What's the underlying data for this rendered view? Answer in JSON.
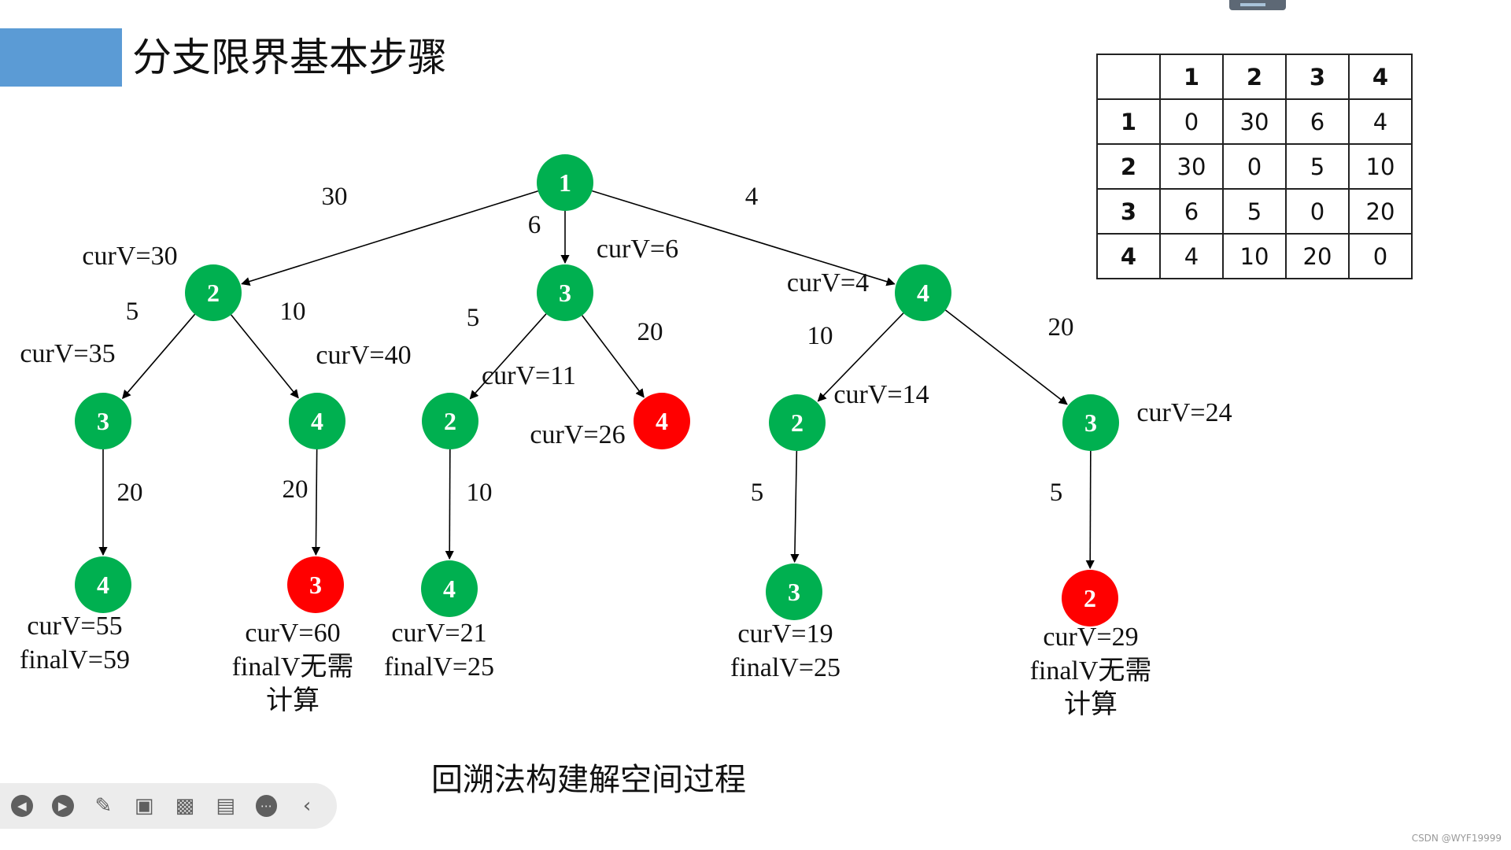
{
  "slide": {
    "title": "分支限界基本步骤",
    "caption": "回溯法构建解空间过程",
    "credit": "CSDN @WYF19999"
  },
  "colors": {
    "accent": "#5b9bd5",
    "node_active": "#00b050",
    "node_pruned": "#ff0000"
  },
  "toolbar": {
    "icons": [
      "prev-icon",
      "play-icon",
      "pen-icon",
      "screenshot-icon",
      "video-icon",
      "comment-icon",
      "more-icon",
      "collapse-icon"
    ]
  },
  "table": {
    "headers": [
      "",
      "1",
      "2",
      "3",
      "4"
    ],
    "rows": [
      [
        "1",
        "0",
        "30",
        "6",
        "4"
      ],
      [
        "2",
        "30",
        "0",
        "5",
        "10"
      ],
      [
        "3",
        "6",
        "5",
        "0",
        "20"
      ],
      [
        "4",
        "4",
        "10",
        "20",
        "0"
      ]
    ]
  },
  "tree": {
    "nodes": [
      {
        "label": "1",
        "status": "active"
      },
      {
        "label": "2",
        "status": "active"
      },
      {
        "label": "3",
        "status": "active"
      },
      {
        "label": "4",
        "status": "active"
      },
      {
        "label": "3",
        "status": "active"
      },
      {
        "label": "4",
        "status": "active"
      },
      {
        "label": "2",
        "status": "active"
      },
      {
        "label": "4",
        "status": "pruned"
      },
      {
        "label": "2",
        "status": "active"
      },
      {
        "label": "3",
        "status": "active"
      },
      {
        "label": "4",
        "status": "active"
      },
      {
        "label": "3",
        "status": "pruned"
      },
      {
        "label": "4",
        "status": "active"
      },
      {
        "label": "3",
        "status": "active"
      },
      {
        "label": "2",
        "status": "pruned"
      }
    ],
    "edges": [
      {
        "from": 0,
        "to": 1,
        "weight": "30"
      },
      {
        "from": 0,
        "to": 2,
        "weight": "6"
      },
      {
        "from": 0,
        "to": 3,
        "weight": "4"
      },
      {
        "from": 1,
        "to": 4,
        "weight": "5"
      },
      {
        "from": 1,
        "to": 5,
        "weight": "10"
      },
      {
        "from": 2,
        "to": 6,
        "weight": "5"
      },
      {
        "from": 2,
        "to": 7,
        "weight": "20"
      },
      {
        "from": 3,
        "to": 8,
        "weight": "10"
      },
      {
        "from": 3,
        "to": 9,
        "weight": "20"
      },
      {
        "from": 4,
        "to": 10,
        "weight": "20"
      },
      {
        "from": 5,
        "to": 11,
        "weight": "20"
      },
      {
        "from": 6,
        "to": 12,
        "weight": "10"
      },
      {
        "from": 8,
        "to": 13,
        "weight": "5"
      },
      {
        "from": 9,
        "to": 14,
        "weight": "5"
      }
    ],
    "annotations": [
      {
        "node": 1,
        "lines": [
          "curV=30"
        ]
      },
      {
        "node": 2,
        "lines": [
          "curV=6"
        ]
      },
      {
        "node": 3,
        "lines": [
          "curV=4"
        ]
      },
      {
        "node": 4,
        "lines": [
          "curV=35"
        ]
      },
      {
        "node": 5,
        "lines": [
          "curV=40"
        ]
      },
      {
        "node": 6,
        "lines": [
          "curV=11"
        ]
      },
      {
        "node": 7,
        "lines": [
          "curV=26"
        ]
      },
      {
        "node": 8,
        "lines": [
          "curV=14"
        ]
      },
      {
        "node": 9,
        "lines": [
          "curV=24"
        ]
      },
      {
        "node": 10,
        "lines": [
          "curV=55",
          "finalV=59"
        ]
      },
      {
        "node": 11,
        "lines": [
          "curV=60",
          "finalV无需",
          "计算"
        ]
      },
      {
        "node": 12,
        "lines": [
          "curV=21",
          "finalV=25"
        ]
      },
      {
        "node": 13,
        "lines": [
          "curV=19",
          "finalV=25"
        ]
      },
      {
        "node": 14,
        "lines": [
          "curV=29",
          "finalV无需",
          "计算"
        ]
      }
    ]
  }
}
